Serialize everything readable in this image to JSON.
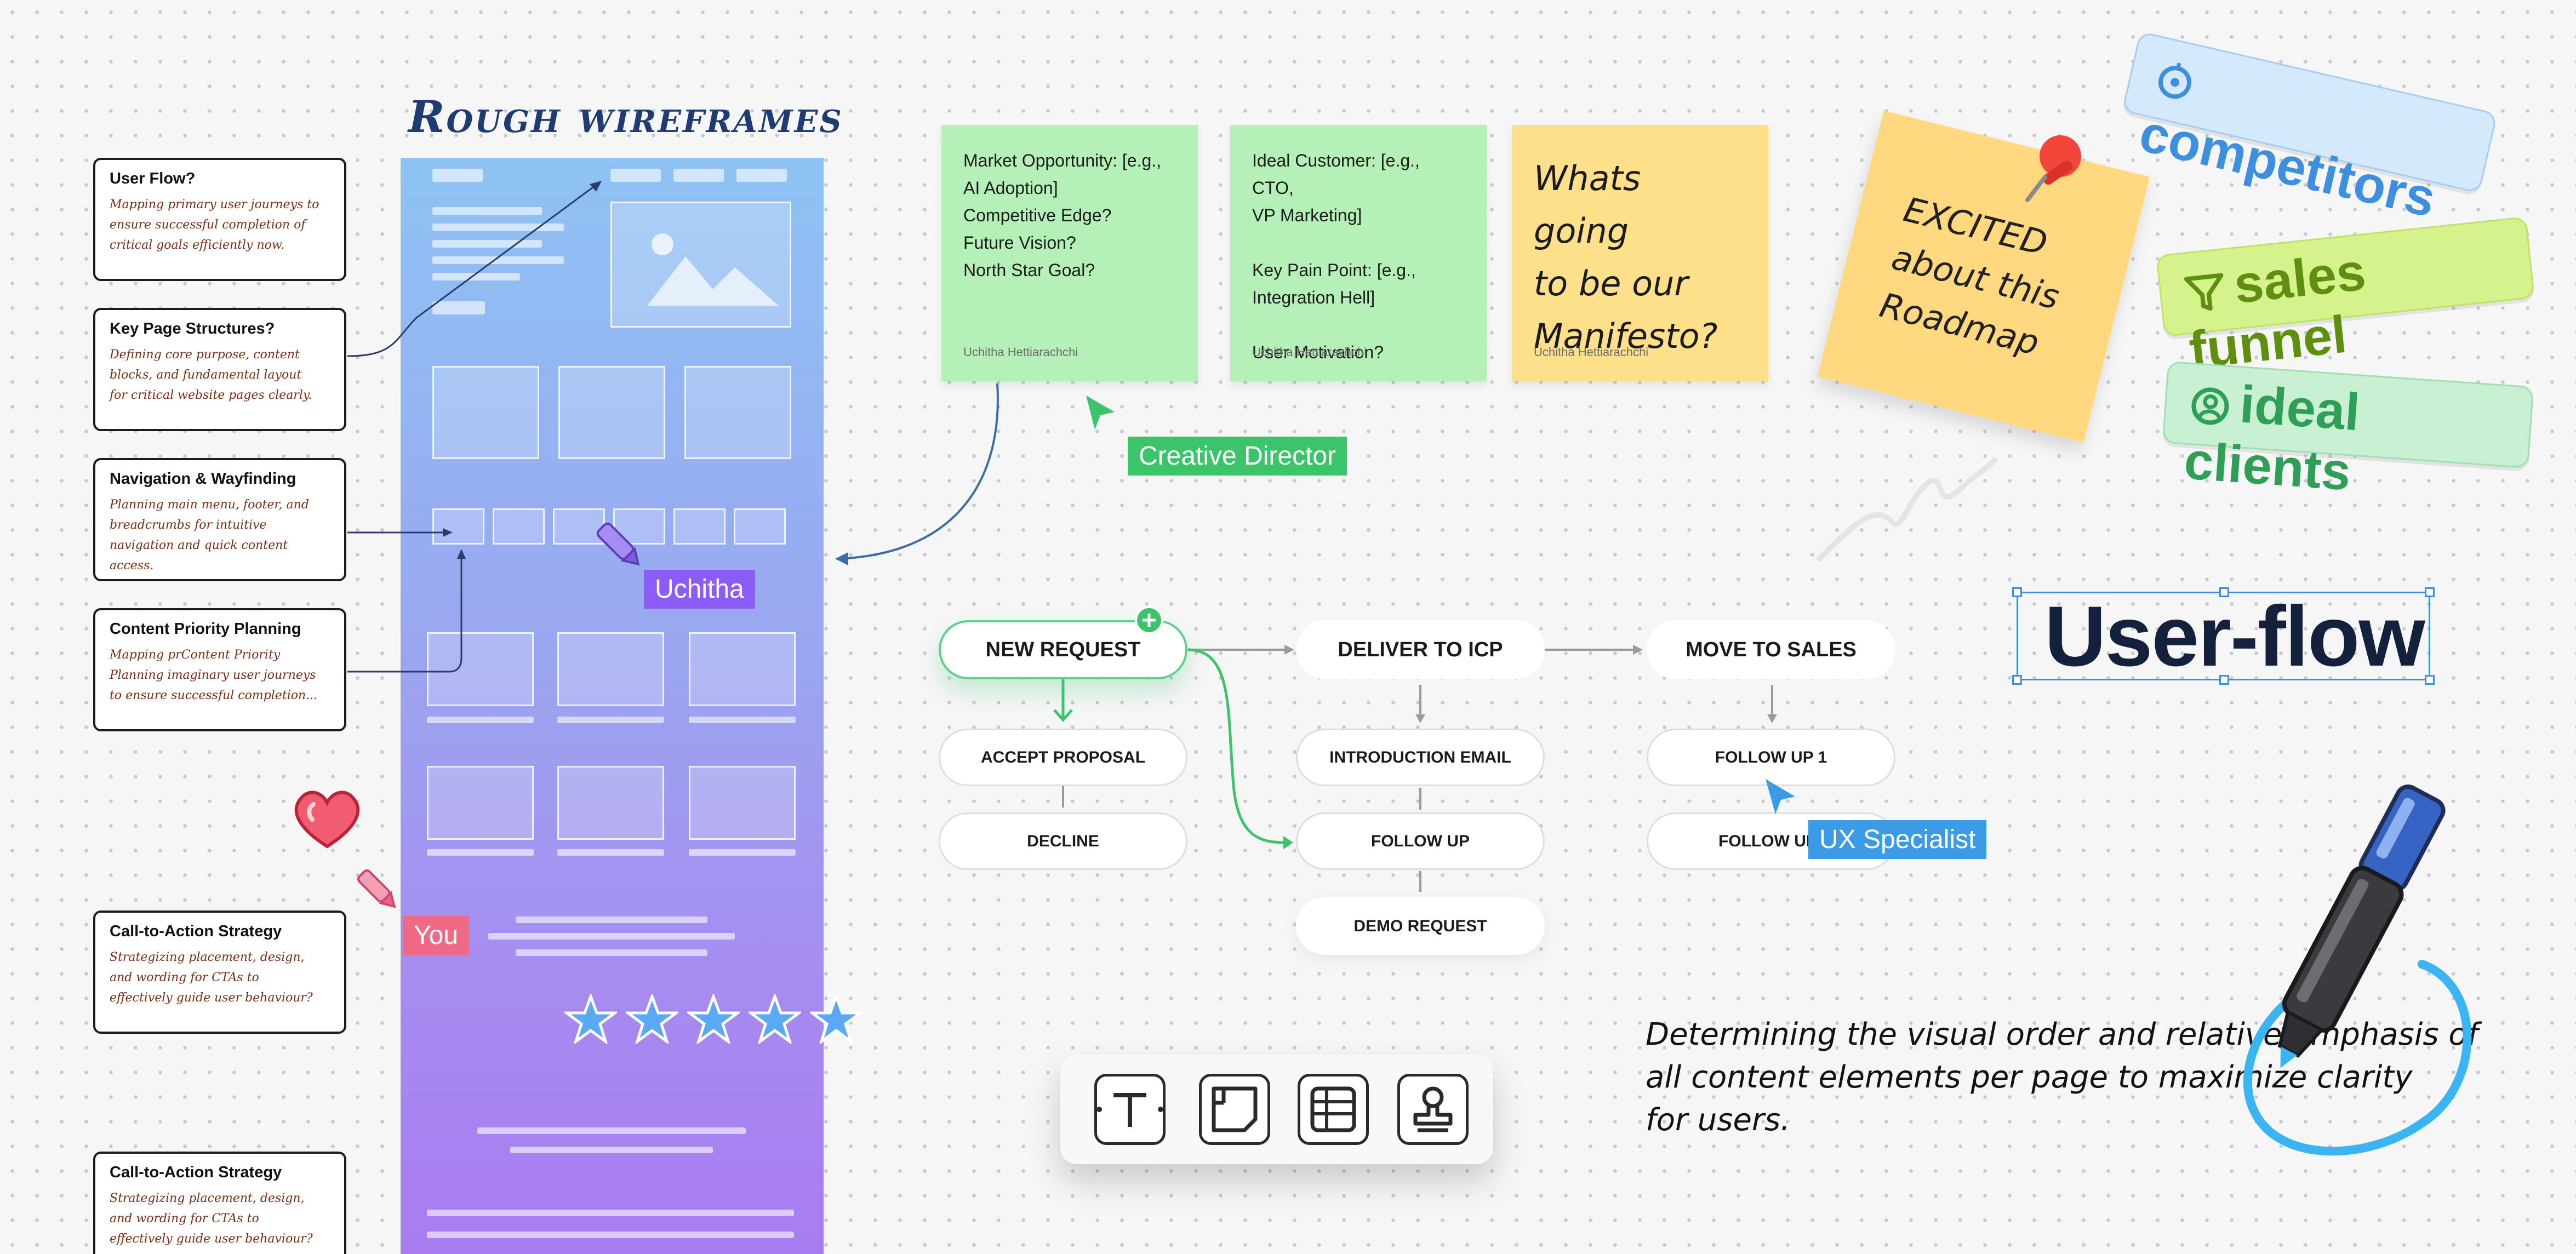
{
  "colors": {
    "accent_green": "#3cc46b",
    "accent_purple": "#8b5cf6",
    "accent_blue": "#3b9be6",
    "you_pink": "#f06a86",
    "sticky_green": "#b5f0b8",
    "sticky_yellow": "#ffe08a"
  },
  "wireframe": {
    "title": "Rough wireframes"
  },
  "notes": [
    {
      "title": "User Flow?",
      "body": "Mapping primary user journeys to\nensure successful completion of\ncritical goals efficiently now."
    },
    {
      "title": "Key Page Structures?",
      "body": "Defining core purpose, content\nblocks, and fundamental layout\nfor critical website pages clearly."
    },
    {
      "title": "Navigation & Wayfinding",
      "body": "Planning main menu, footer, and\nbreadcrumbs for intuitive\nnavigation and quick content access."
    },
    {
      "title": "Content Priority Planning",
      "body": "Mapping prContent Priority\nPlanning imaginary user journeys\nto ensure successful completion..."
    },
    {
      "title": "Call-to-Action Strategy",
      "body": "Strategizing placement, design,\nand wording for CTAs to\neffectively guide user behaviour?"
    },
    {
      "title": "Call-to-Action Strategy",
      "body": "Strategizing placement, design,\nand wording for CTAs to\neffectively guide user behaviour?"
    }
  ],
  "stickies": [
    {
      "lines": "Market Opportunity: [e.g.,\nAI Adoption]\nCompetitive Edge?\nFuture Vision?\nNorth Star Goal?",
      "author": "Uchitha Hettiarachchi"
    },
    {
      "lines": "Ideal Customer: [e.g., CTO,\nVP Marketing]\n\nKey Pain Point: [e.g.,\nIntegration Hell]\n\nUser Motivation?",
      "author": "Uchitha Hettiarachchi"
    },
    {
      "lines": "Whats going\nto be our\nManifesto?",
      "author": "Uchitha Hettiarachchi"
    }
  ],
  "cursors": {
    "creative_director": "Creative Director",
    "uchitha": "Uchitha",
    "you": "You",
    "ux_specialist": "UX Specialist"
  },
  "flow": {
    "col1": {
      "head": "NEW REQUEST",
      "items": [
        "ACCEPT PROPOSAL",
        "DECLINE"
      ]
    },
    "col2": {
      "head": "DELIVER TO ICP",
      "items": [
        "INTRODUCTION EMAIL",
        "FOLLOW UP",
        "DEMO REQUEST"
      ]
    },
    "col3": {
      "head": "MOVE TO SALES",
      "items": [
        "FOLLOW UP 1",
        "FOLLOW UP"
      ]
    }
  },
  "excited_note": "EXCITED\nabout this\nRoadmap",
  "labels": {
    "competitors": "competitors",
    "sales_funnel": "sales funnel",
    "ideal_clients": "ideal clients"
  },
  "userflow_text": "User-flow",
  "hand_note": "Determining the visual order and relative emphasis of\nall content elements per page to maximize clarity\nfor users.",
  "rating": {
    "stars": 5,
    "max": 5
  },
  "toolbar": [
    "text-tool",
    "sticky-note-tool",
    "table-tool",
    "stamp-tool"
  ]
}
